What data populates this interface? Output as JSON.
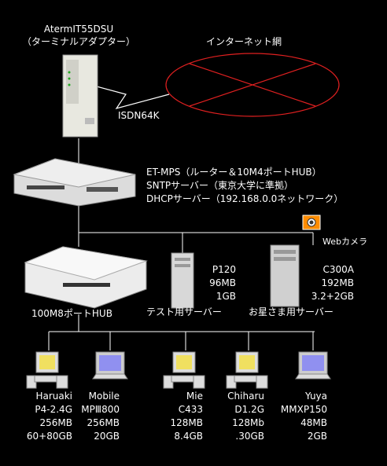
{
  "terminal_adapter": {
    "model": "AtermIT55DSU",
    "desc": "（ターミナルアダプター）"
  },
  "internet": {
    "label": "インターネット網"
  },
  "isdn": {
    "label": "ISDN64K"
  },
  "router": {
    "line1": "ET-MPS（ルーター＆10M4ポートHUB）",
    "line2": "SNTPサーバー（東京大学に準拠）",
    "line3": "DHCPサーバー（192.168.0.0ネットワーク）"
  },
  "webcam": {
    "label": "Webカメラ"
  },
  "hub": {
    "label": "100M8ポートHUB"
  },
  "test_server": {
    "name": "P120",
    "ram": "96MB",
    "disk": "1GB",
    "role": "テスト用サーバー"
  },
  "guest_server": {
    "name": "C300A",
    "ram": "192MB",
    "disk": "3.2+2GB",
    "role": "お星さま用サーバー"
  },
  "pcs": [
    {
      "name": "Haruaki",
      "cpu": "P4-2.4G",
      "ram": "256MB",
      "disk": "60+80GB",
      "type": "desktop"
    },
    {
      "name": "Mobile",
      "cpu": "MPⅢ800",
      "ram": "256MB",
      "disk": "20GB",
      "type": "laptop"
    },
    {
      "name": "Mie",
      "cpu": "C433",
      "ram": "128MB",
      "disk": "8.4GB",
      "type": "desktop"
    },
    {
      "name": "Chiharu",
      "cpu": "D1.2G",
      "ram": "128Mb",
      "disk": ".30GB",
      "type": "desktop"
    },
    {
      "name": "Yuya",
      "cpu": "MMXP150",
      "ram": "48MB",
      "disk": "2GB",
      "type": "laptop"
    }
  ],
  "colors": {
    "line": "#ffffff",
    "internet": "#e02020",
    "desktop_screen": "#f0e060",
    "laptop_screen": "#9090f0",
    "camera": "#ff8c00"
  }
}
